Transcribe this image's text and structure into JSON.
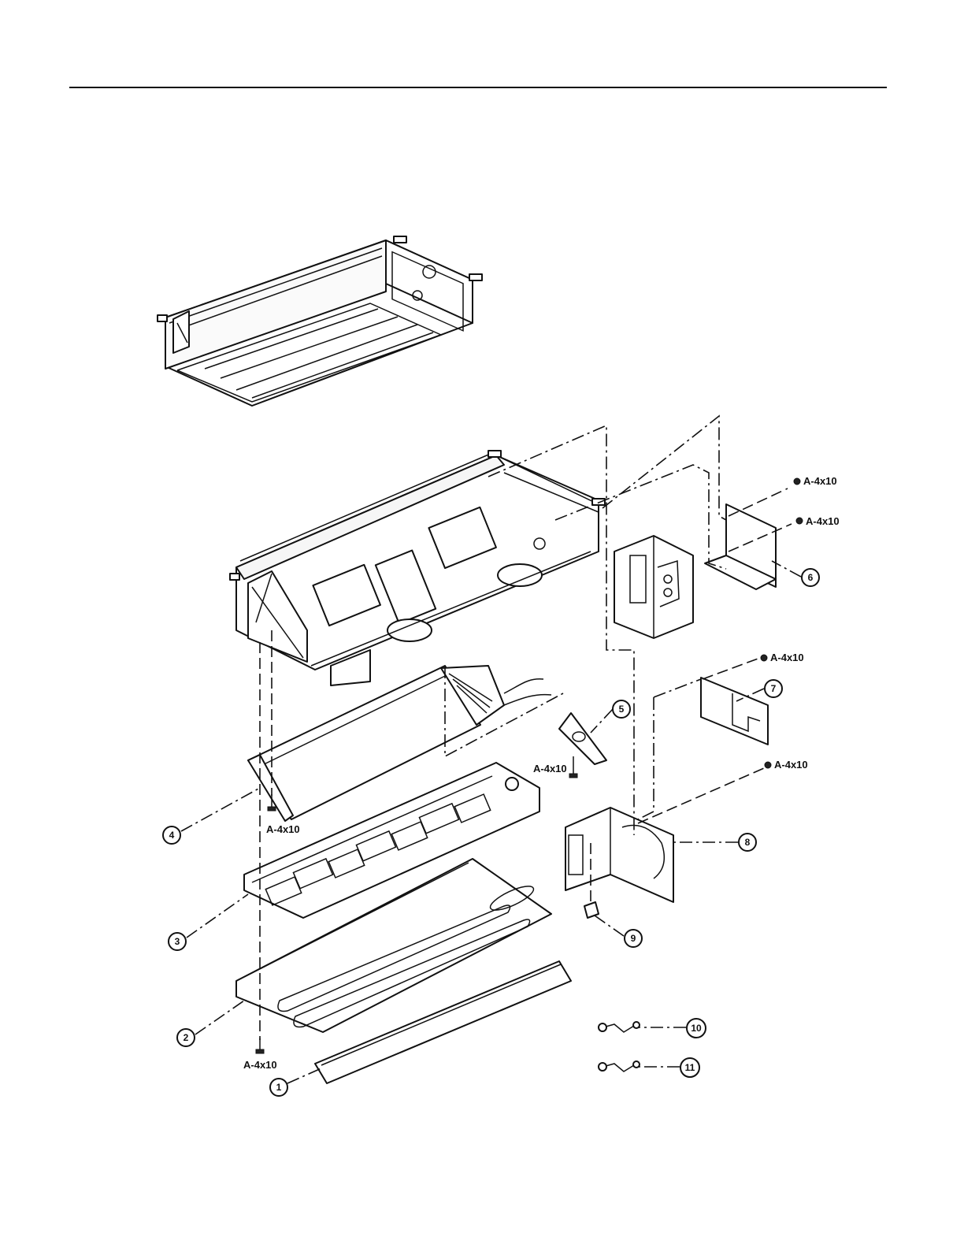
{
  "callouts": [
    {
      "id": "1",
      "label": "1"
    },
    {
      "id": "2",
      "label": "2"
    },
    {
      "id": "3",
      "label": "3"
    },
    {
      "id": "4",
      "label": "4"
    },
    {
      "id": "5",
      "label": "5"
    },
    {
      "id": "6",
      "label": "6"
    },
    {
      "id": "7",
      "label": "7"
    },
    {
      "id": "8",
      "label": "8"
    },
    {
      "id": "9",
      "label": "9"
    },
    {
      "id": "10",
      "label": "10"
    },
    {
      "id": "11",
      "label": "11"
    }
  ],
  "screw_label": "A-4x10"
}
